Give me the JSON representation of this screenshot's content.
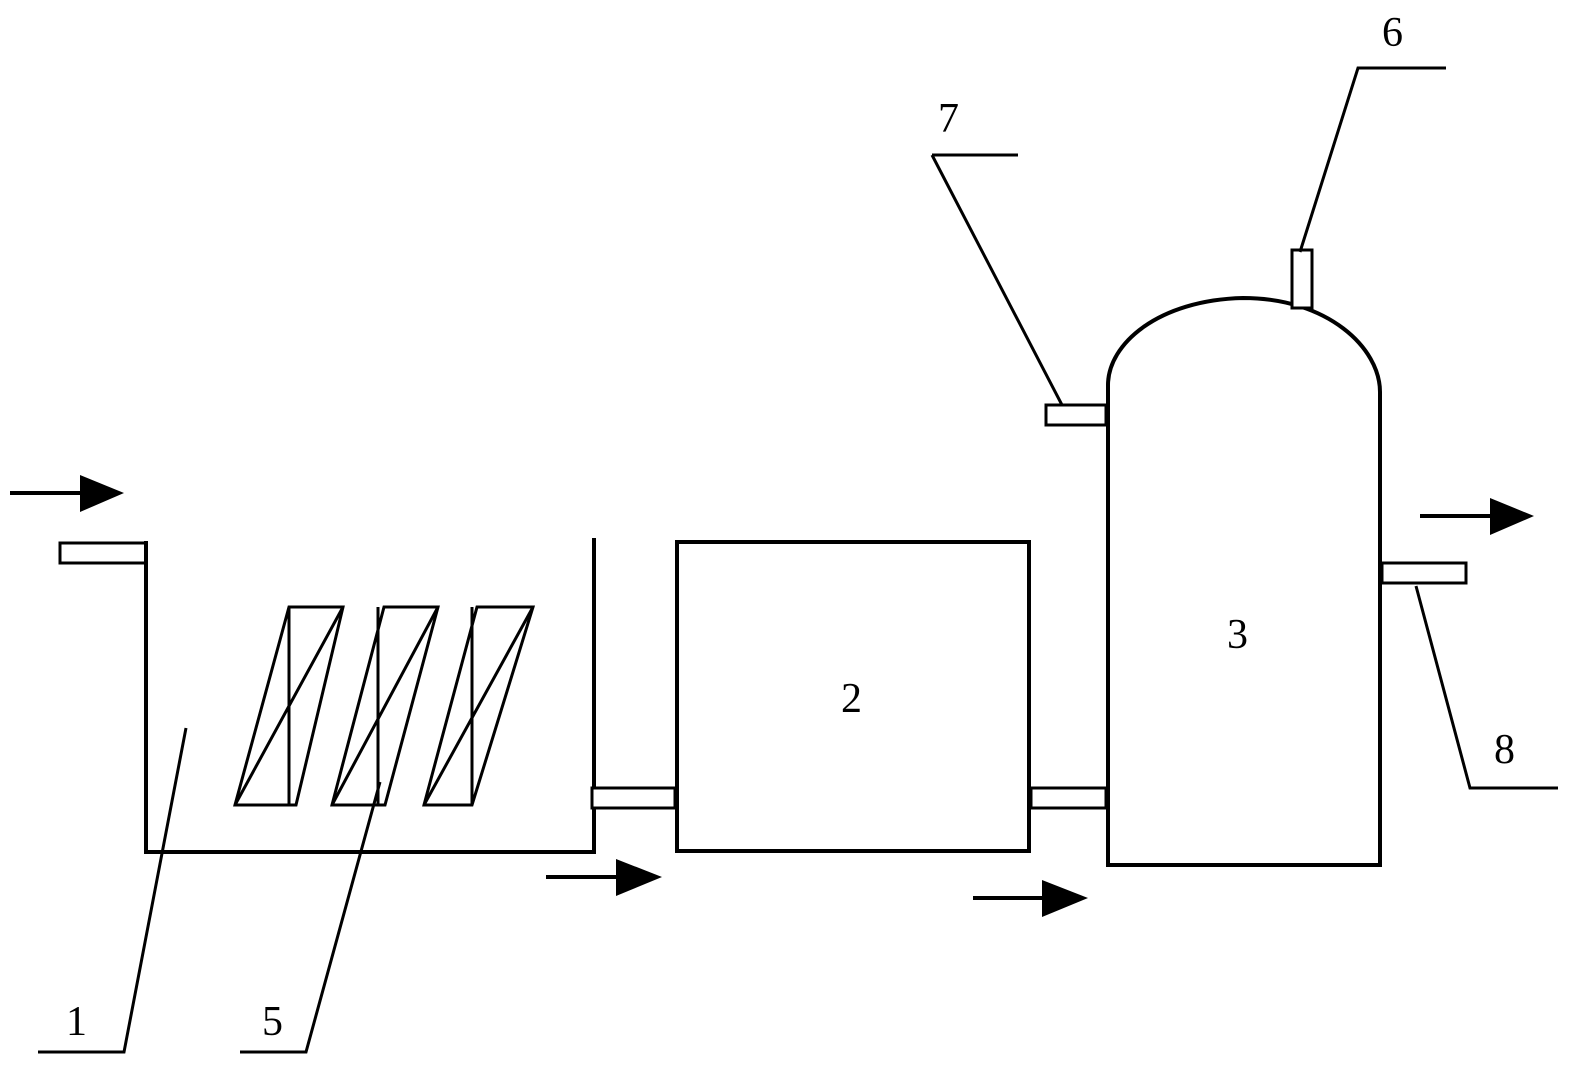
{
  "diagram": {
    "labels": {
      "tank1": "1",
      "box2": "2",
      "vessel3": "3",
      "module5": "5",
      "outlet6": "6",
      "inlet7": "7",
      "outlet8": "8"
    },
    "icons": {
      "flow_arrow": "arrow-right-icon",
      "media_module": "hatched-block-icon"
    },
    "colors": {
      "line": "#000000",
      "background": "#ffffff"
    }
  }
}
